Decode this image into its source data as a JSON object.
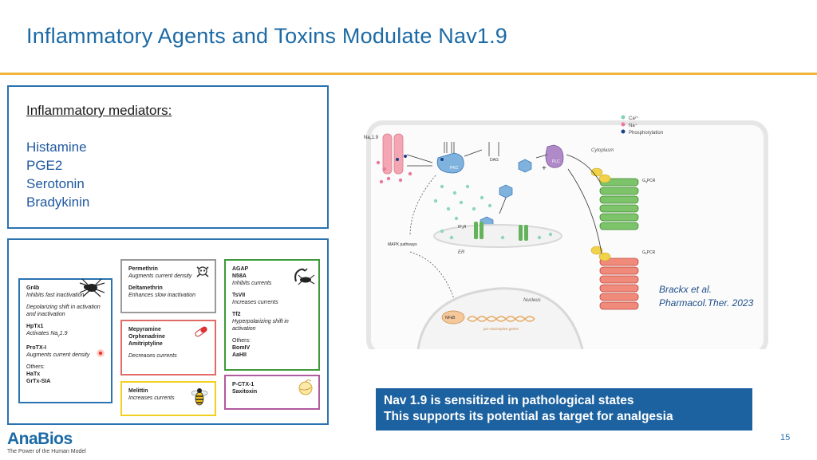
{
  "slide": {
    "title": "Inflammatory Agents and Toxins Modulate Nav1.9",
    "page_number": "15"
  },
  "mediators": {
    "heading": "Inflammatory mediators:",
    "items": [
      "Histamine",
      "PGE2",
      "Serotonin",
      "Bradykinin"
    ]
  },
  "toxins": {
    "blue": {
      "l1": "Gr4b",
      "l2": "Inhibits fast inactivation",
      "l3": "Depolarizing shift in activation",
      "l4": "and inactivation",
      "l5": "HpTx1",
      "l6": "Activates Na",
      "l7": "ProTX-I",
      "l8": "Augments current density",
      "l9": "Others:",
      "l10": "HaTx",
      "l11": "GrTx-SIA"
    },
    "grey": {
      "l1": "Permethrin",
      "l2": "Augments current density",
      "l3": "Deltamethrin",
      "l4": "Enhances slow inactivation"
    },
    "red": {
      "l1": "Mepyramine",
      "l2": "Orphenadrine",
      "l3": "Amitriptyline",
      "l4": "Decreases currents"
    },
    "yellow": {
      "l1": "Melittin",
      "l2": "Increases currents"
    },
    "green": {
      "l1": "AGAP",
      "l2": "N58A",
      "l3": "Inhibits currents",
      "l4": "TsVII",
      "l5": "Increases currents",
      "l6": "Tf2",
      "l7": "Hyperpolarizing shift in activation",
      "l8": "Others:",
      "l9": "BomIV",
      "l10": "AaHII"
    },
    "purple": {
      "l1": "P-CTX-1",
      "l2": "Saxitoxin"
    }
  },
  "figure": {
    "legend_ca": "Ca²⁺",
    "legend_na": "Na⁺",
    "legend_phos": "Phosphorylation",
    "nav": "Na",
    "cytoplasm": "Cytoplasm",
    "dag": "DAG",
    "pkc": "PKC",
    "plc": "PLC",
    "gq_pcr": "G",
    "gs_pcr": "G",
    "mapk": "MAPK pathways",
    "ip3r": "IP",
    "er": "ER",
    "nucleus": "Nucleus",
    "nfkb": "NFκB",
    "genes": "pro-nociceptive genes"
  },
  "citation": {
    "line1": "Brackx et al.",
    "line2": "Pharmacol.Ther. 2023"
  },
  "callout": {
    "line1": "Nav 1.9 is sensitized in pathological states",
    "line2": "This supports its potential as target for analgesia"
  },
  "logo": {
    "name": "AnaBios",
    "tagline": "The Power of the Human Model"
  },
  "colors": {
    "title_blue": "#1c6aa5",
    "rule_gold": "#f0b43a",
    "callout_blue": "#1d62a0"
  }
}
